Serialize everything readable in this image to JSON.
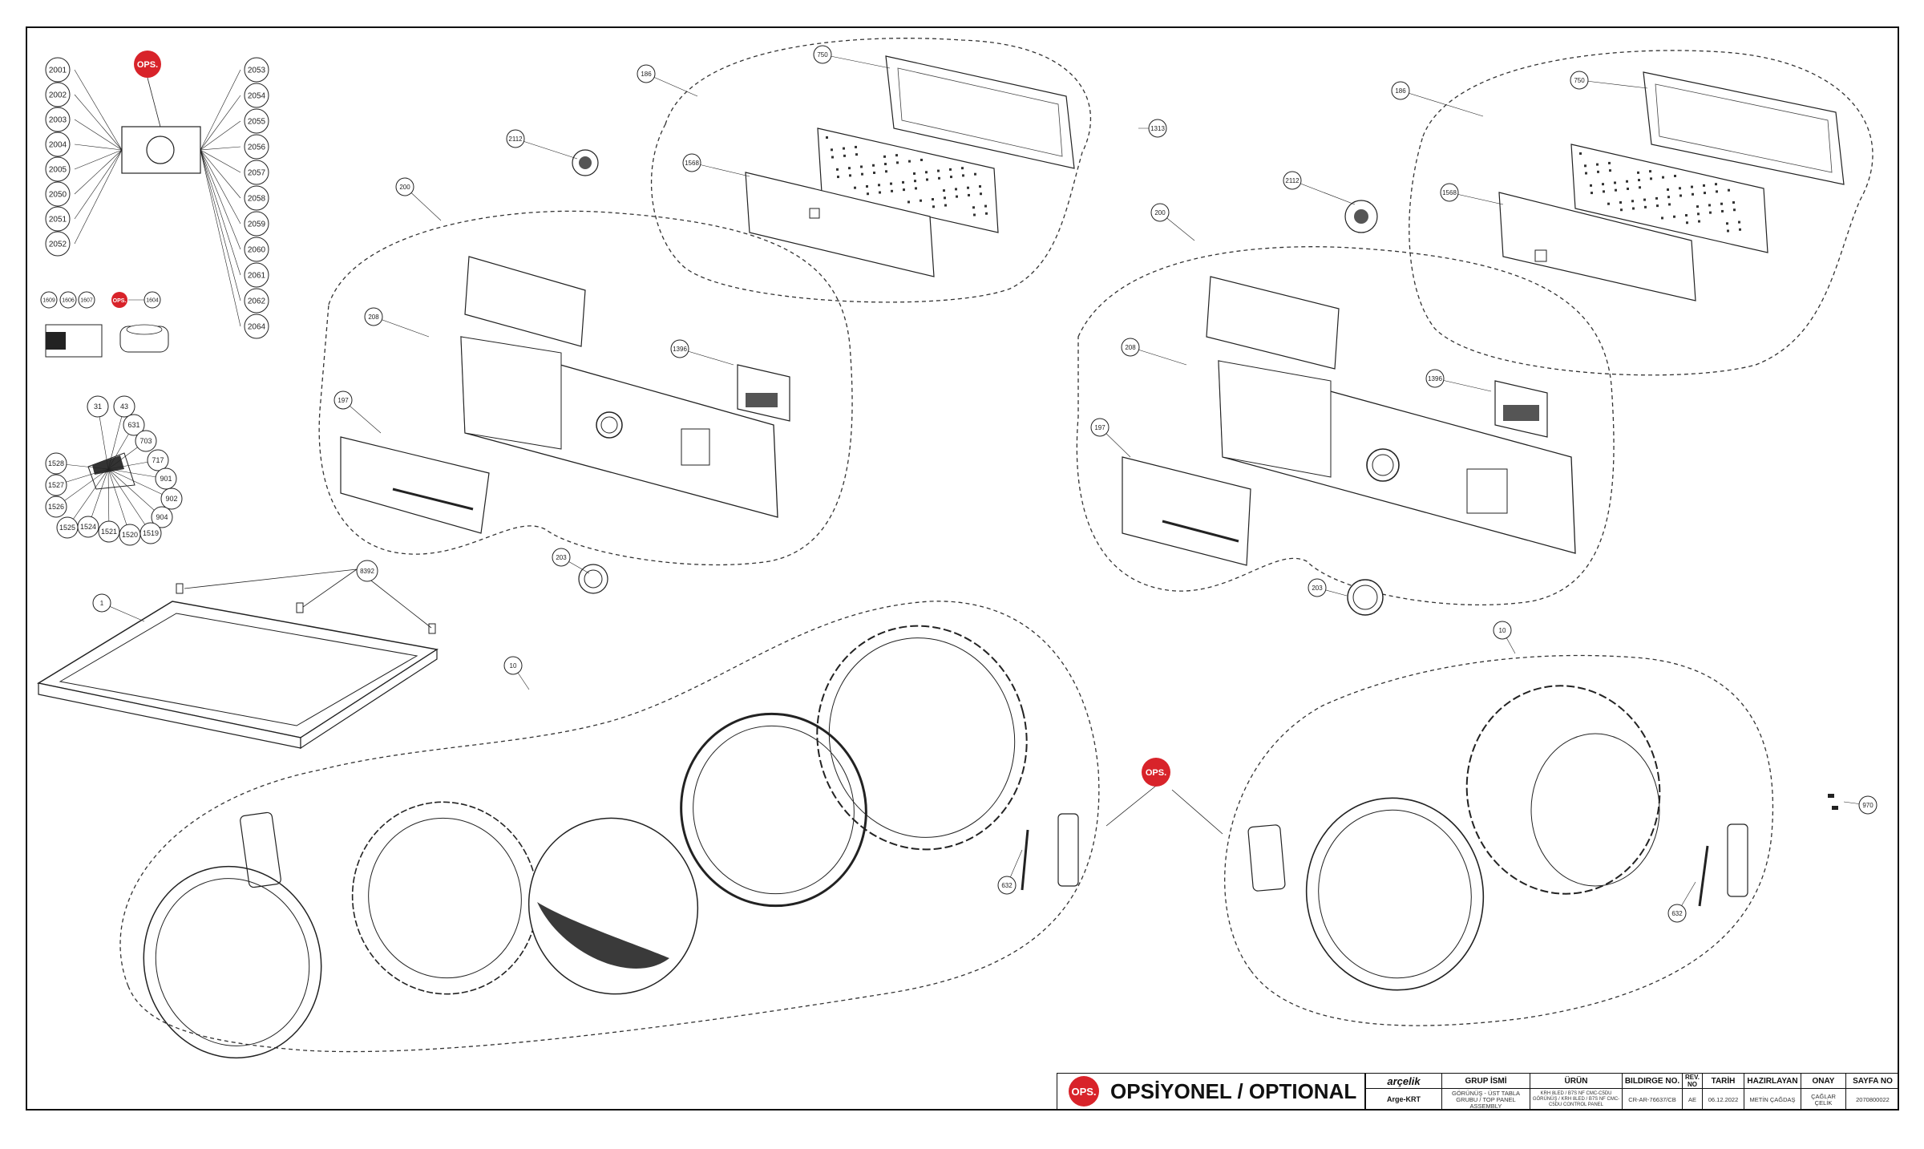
{
  "ops_label": "OPS.",
  "accent_color": "#d8232a",
  "labels_left_column": [
    "2001",
    "2002",
    "2003",
    "2004",
    "2005",
    "2050",
    "2051",
    "2052"
  ],
  "labels_right_column": [
    "2053",
    "2054",
    "2055",
    "2056",
    "2057",
    "2058",
    "2059",
    "2060",
    "2061",
    "2062",
    "2064"
  ],
  "labels_kit_row": [
    "1609",
    "1606",
    "1607",
    "1604"
  ],
  "labels_fan": [
    "31",
    "43",
    "631",
    "703",
    "717",
    "901",
    "902",
    "904",
    "1519",
    "1520",
    "1521",
    "1524",
    "1525",
    "1526",
    "1527",
    "1528"
  ],
  "callouts_left": {
    "c186": "186",
    "c750": "750",
    "c1568": "1568",
    "c2112": "2112",
    "c1313": "1313",
    "c200": "200",
    "c208": "208",
    "c1396": "1396",
    "c197": "197",
    "c203": "203",
    "c8392": "8392",
    "c1": "1",
    "c10": "10",
    "c632": "632"
  },
  "callouts_right": {
    "c186": "186",
    "c750": "750",
    "c1568": "1568",
    "c2112": "2112",
    "c200": "200",
    "c208": "208",
    "c1396": "1396",
    "c197": "197",
    "c203": "203",
    "c10": "10",
    "c632": "632",
    "c970": "970"
  },
  "banner": {
    "text": "OPSİYONEL / OPTIONAL"
  },
  "title_block": {
    "brand": "arçelik",
    "brand_code": "Arge-KRT",
    "h_group": "GRUP İSMİ",
    "h_product": "ÜRÜN",
    "h_notice": "BILDIRGE NO.",
    "h_rev": "REV. NO",
    "h_date": "TARİH",
    "h_prepared": "HAZIRLAYAN",
    "h_approved": "ONAY",
    "h_page": "SAYFA NO",
    "group_value": "GÖRÜNÜŞ - ÜST TABLA GRUBU / TOP PANEL ASSEMBLY",
    "product_value": "KRH 8LED / B7S NF CMC-C5DU GÖRÜNÜŞ / KRH 8LED / B7S NF CMC-C5DU CONTROL PANEL",
    "notice_value": "CR-AR-76637/CB",
    "rev_value": "AE",
    "date_value": "06.12.2022",
    "prepared_value": "METİN ÇAĞDAŞ",
    "approved_value": "ÇAĞLAR ÇELİK",
    "page_value": "2070800022"
  }
}
